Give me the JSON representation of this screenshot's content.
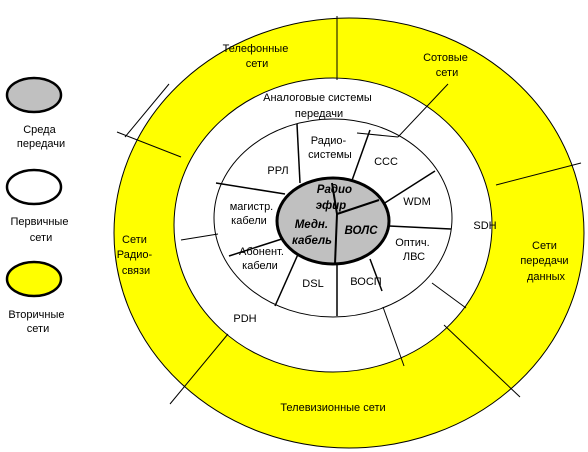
{
  "legend": {
    "medium": [
      "Среда",
      "передачи"
    ],
    "primary": [
      "Первичные",
      "сети"
    ],
    "secondary": [
      "Вторичные",
      "сети"
    ]
  },
  "outer_ring": {
    "telephone": [
      "Телефонные",
      "сети"
    ],
    "cellular": [
      "Сотовые",
      "сети"
    ],
    "data": [
      "Сети",
      "передачи",
      "данных"
    ],
    "television": [
      "Телевизионные сети"
    ],
    "radio": [
      "Сети",
      "Радио-",
      "связи"
    ]
  },
  "primary_ring": {
    "analog": [
      "Аналоговые системы",
      "передачи"
    ],
    "sdh": "SDH",
    "pdh": "PDH"
  },
  "inner_ring": {
    "rrl": "РРЛ",
    "radio_systems": [
      "Радио-",
      "системы"
    ],
    "sss": "ССС",
    "wdm": "WDM",
    "optical_lan": [
      "Оптич.",
      "ЛВС"
    ],
    "vosp": "ВОСП",
    "dsl": "DSL",
    "subscriber_cables": [
      "Абонент.",
      "кабели"
    ],
    "trunk_cables": [
      "магистр.",
      "кабели"
    ]
  },
  "core": {
    "radio_air": [
      "Радио",
      "эфир"
    ],
    "copper_cable": [
      "Медн.",
      "кабель"
    ],
    "fiber": "ВОЛС"
  },
  "colors": {
    "secondary_fill": "#ffff00",
    "medium_fill": "#c0c0c0",
    "primary_fill": "#ffffff",
    "stroke": "#000000"
  }
}
